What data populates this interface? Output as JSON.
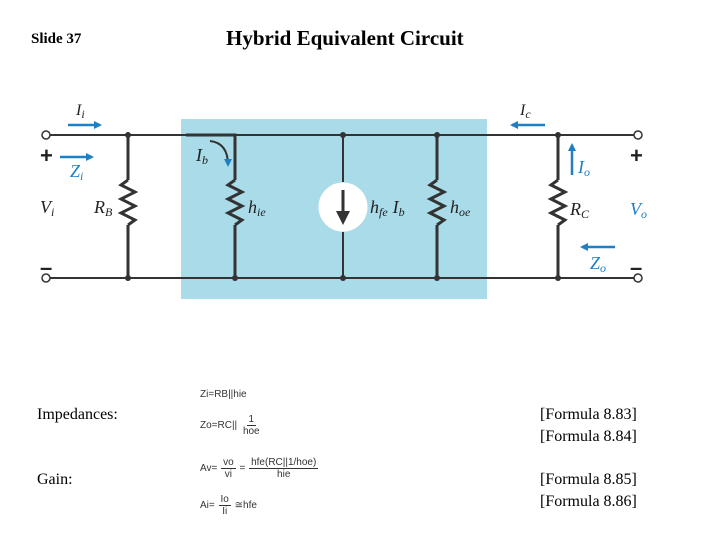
{
  "slide": {
    "number_label": "Slide 37",
    "title": "Hybrid Equivalent Circuit"
  },
  "circuit": {
    "labels": {
      "ii": "I",
      "ii_sub": "i",
      "ic": "I",
      "ic_sub": "c",
      "zi": "Z",
      "zi_sub": "i",
      "ib": "I",
      "ib_sub": "b",
      "vi": "V",
      "vi_sub": "i",
      "rb": "R",
      "rb_sub": "B",
      "hie": "h",
      "hie_sub": "ie",
      "hfe": "h",
      "hfe_sub": "fe",
      "hfe_ib": "I",
      "hfe_ib_sub": "b",
      "hoe": "h",
      "hoe_sub": "oe",
      "io": "I",
      "io_sub": "o",
      "rc": "R",
      "rc_sub": "C",
      "vo": "V",
      "vo_sub": "o",
      "zo": "Z",
      "zo_sub": "o",
      "plus": "+",
      "minus": "–"
    },
    "colors": {
      "shade": "#a9dbe9",
      "arrow": "#1f7fc4",
      "wire": "#333333",
      "terminal": "#333333"
    }
  },
  "sections": {
    "impedances_label": "Impedances:",
    "gain_label": "Gain:"
  },
  "formulas": {
    "zi": {
      "lhs": "Zi",
      "eq": "=",
      "rhs": "RB||hie"
    },
    "zo": {
      "lhs": "Zo",
      "eq": "=",
      "rhs": "RC||",
      "frac_num": "1",
      "frac_den": "hoe"
    },
    "av": {
      "lhs": "Av",
      "eq": "=",
      "frac_num": "vo",
      "frac_den": "vi",
      "eq2": "=",
      "rhs_num": "hfe(RC||1/hoe)",
      "rhs_den": "hie"
    },
    "ai": {
      "lhs": "Ai",
      "eq": "=",
      "frac_num": "Io",
      "frac_den": "Ii",
      "eq2": "≅",
      "rhs": "hfe"
    }
  },
  "references": {
    "f883": "[Formula 8.83]",
    "f884": "[Formula 8.84]",
    "f885": "[Formula 8.85]",
    "f886": "[Formula 8.86]"
  }
}
